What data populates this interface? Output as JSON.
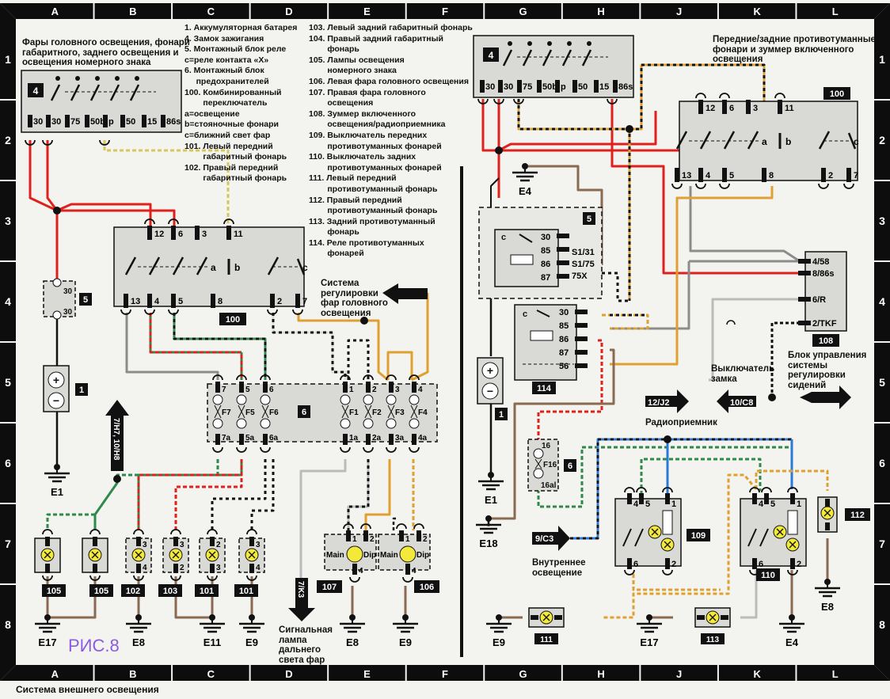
{
  "grid": {
    "columns": [
      "A",
      "B",
      "C",
      "D",
      "E",
      "F",
      "G",
      "H",
      "J",
      "K",
      "L"
    ],
    "rows": [
      "1",
      "2",
      "3",
      "4",
      "5",
      "6",
      "7",
      "8"
    ]
  },
  "sections": {
    "left_title": "Фары головного освещения, фонари\nгабаритного, заднего освещения и\nосвещения номерного знака",
    "right_title": "Передние/задние противотуманные\nфонари и зуммер включенного\nосвещения"
  },
  "legend_col1": [
    "1. Аккумуляторная батарея",
    "4. Замок зажигания",
    "5. Монтажный блок реле",
    "c=реле контакта «X»",
    "6. Монтажный блок",
    "     предохранителей",
    "100. Комбинированный",
    "        переключатель",
    "a=освещение",
    "b=стояночные фонари",
    "c=ближний свет фар",
    "101. Левый передний",
    "        габаритный фонарь",
    "102. Правый передний",
    "        габаритный фонарь"
  ],
  "legend_col2": [
    "103. Левый задний габаритный фонарь",
    "104. Правый задний габаритный",
    "        фонарь",
    "105. Лампы освещения",
    "        номерного знака",
    "106. Левая фара головного освещения",
    "107. Правая фара головного",
    "        освещения",
    "108. Зуммер включенного",
    "        освещения/радиоприемника",
    "109. Выключатель передних",
    "        противотуманных фонарей",
    "110. Выключатель задних",
    "        противотуманных фонарей",
    "111. Левый передний",
    "        противотуманный фонарь",
    "112. Правый передний",
    "        противотуманный фонарь",
    "113. Задний противотуманный",
    "        фонарь",
    "114. Реле противотуманных",
    "        фонарей"
  ],
  "components": {
    "ignition_switch": {
      "id": "4",
      "terminals": [
        "30",
        "30",
        "75",
        "50b",
        "p",
        "50",
        "15",
        "86s"
      ]
    },
    "combo_switch": {
      "id": "100",
      "top_pins": [
        "12",
        "6",
        "3",
        "11"
      ],
      "bottom_pins": [
        "13",
        "4",
        "5",
        "8",
        "2",
        "7"
      ],
      "labels": [
        "a",
        "b",
        "c"
      ]
    },
    "relay_block": {
      "id": "5",
      "pins": [
        "30",
        "30"
      ],
      "relay_c": {
        "label": "c",
        "pins": [
          "30",
          "85",
          "86",
          "87"
        ],
        "outputs": [
          "S1/31",
          "S1/75",
          "75X"
        ]
      }
    },
    "battery": {
      "id": "1",
      "plus": "+",
      "minus": "−"
    },
    "fuse_block": {
      "id": "6",
      "fuses_left": [
        {
          "in": "7",
          "name": "F7",
          "out": "7a"
        },
        {
          "in": "5",
          "name": "F5",
          "out": "5a"
        },
        {
          "in": "6",
          "name": "F6",
          "out": "6a"
        }
      ],
      "fuses_right": [
        {
          "in": "1",
          "name": "F1",
          "out": "1a"
        },
        {
          "in": "2",
          "name": "F2",
          "out": "2a"
        },
        {
          "in": "3",
          "name": "F3",
          "out": "3a"
        },
        {
          "in": "4",
          "name": "F4",
          "out": "4a"
        }
      ],
      "fuse16": {
        "in": "16",
        "name": "F16",
        "out": "16al"
      }
    },
    "fog_relay": {
      "id": "114",
      "label": "c",
      "pins": [
        "30",
        "85",
        "86",
        "87",
        "56"
      ]
    },
    "buzzer": {
      "id": "108",
      "pins": [
        "4/58",
        "8/86s",
        "6/R",
        "2/TKF"
      ]
    },
    "front_fog_switch": {
      "id": "109",
      "pins": [
        "4",
        "5",
        "1",
        "6",
        "2"
      ]
    },
    "rear_fog_switch": {
      "id": "110",
      "pins": [
        "4",
        "5",
        "1",
        "6",
        "2"
      ]
    },
    "lamps": [
      {
        "id": "105",
        "pins": [
          "",
          ""
        ]
      },
      {
        "id": "105",
        "pins": [
          "",
          ""
        ]
      },
      {
        "id": "102",
        "pins": [
          "3",
          "4"
        ]
      },
      {
        "id": "103",
        "pins": [
          "3",
          "2"
        ]
      },
      {
        "id": "101",
        "pins": [
          "2",
          "3"
        ]
      },
      {
        "id": "101",
        "pins": [
          "3",
          "4"
        ]
      }
    ],
    "headlamps": [
      {
        "id": "107",
        "pins": [
          "1",
          "2",
          "4"
        ],
        "main": "Main",
        "dip": "Dip"
      },
      {
        "id": "106",
        "pins": [
          "1",
          "2",
          "4"
        ],
        "main": "Main",
        "dip": "Dip"
      }
    ],
    "fog_lamps": [
      "111",
      "112",
      "113"
    ]
  },
  "grounds": {
    "left": [
      "E1",
      "E17",
      "E8",
      "E11",
      "E9",
      "E8",
      "E9"
    ],
    "right": [
      "E4",
      "E1",
      "E18",
      "E9",
      "E17",
      "E4",
      "E8"
    ]
  },
  "references": {
    "arrow_up": "7/H7, 10/H8",
    "arrow_down": "7/K3",
    "arrow_down_caption": "Сигнальная\nлампа\nдальнего\nсвета фар",
    "headlamp_leveling": "Система\nрегулировки\nфар головного\nосвещения",
    "radio_ref": "12/J2",
    "radio_caption": "Радиоприемник",
    "interior_ref": "9/C3",
    "interior_caption": "Внутреннее\nосвещение",
    "lock_ref": "10/C8",
    "lock_caption": "Выключатель\nзамка",
    "seat_caption": "Блок управления\nсистемы\nрегулировки\nсидений"
  },
  "figure_label": "РИС.8",
  "page_title": "Система внешнего освещения",
  "colors": {
    "red": "#e0201c",
    "brown": "#8a6a52",
    "gray": "#8c8c8c",
    "yellow_orange": "#e0a030",
    "green": "#2e8a4a",
    "blue": "#2a7ad8",
    "box_fill": "#d9d9d6",
    "lamp_yellow": "#f3e93a",
    "frame": "#0d0d0d"
  }
}
